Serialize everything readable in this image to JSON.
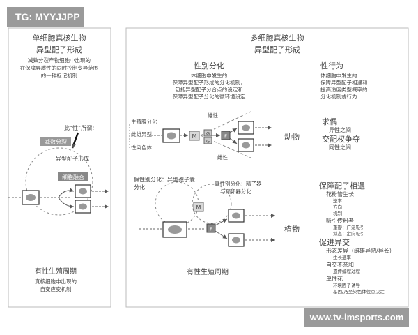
{
  "watermark_top": "TG: MYYJJPP",
  "watermark_bottom": "www.tv-imsports.com",
  "left_panel": {
    "title": "单细胞真核生物",
    "subtitle": "异型配子形成",
    "desc": [
      "减数分裂产物细胞中出现的",
      "在保障异质性的同时控制变异范围",
      "的一种标记机制"
    ],
    "callout": "此“性”所谓!",
    "meiosis_box": "减数分裂",
    "gamete_label": "异型配子形成",
    "fusion_box": "细胞融合",
    "cycle_title": "有性生殖周期",
    "cycle_desc": [
      "真核细胞中出现的",
      "自变应变机制"
    ]
  },
  "right_panel": {
    "title": "多细胞真核生物",
    "subtitle": "异型配子形成",
    "sex_diff": {
      "title": "性别分化",
      "desc": [
        "体细胞中发生的",
        "保障异型配子形成的分化机制，",
        "包括异型配子分合点的设定和",
        "保障异型配子分化的微环境设定"
      ]
    },
    "sex_behavior": {
      "title": "性行为",
      "desc": [
        "体细胞中发生的",
        "保障异型配子相遇和",
        "提高适度类型概率的",
        "分化机制或行为"
      ]
    },
    "labels": {
      "gonad_diff": "生殖腺分化",
      "hermaphrodite": "雌雄异型",
      "sex_chrom": "性染色体",
      "male": "雄性",
      "female": "雌性",
      "M": "M",
      "G": "G",
      "F": "F",
      "animal": "动物",
      "plant": "植物",
      "plant_sexdiff": [
        "假性别分化：异型孢子囊",
        "分化"
      ],
      "true_sexdiff": [
        "真性别分化：精子器",
        "与颈卵器分化"
      ],
      "cycle_title": "有性生殖周期"
    },
    "animal_list": [
      {
        "text": "求偶",
        "level": 0
      },
      {
        "text": "异性之间",
        "level": 1
      },
      {
        "text": "交配权争夺",
        "level": 0
      },
      {
        "text": "同性之间",
        "level": 1
      }
    ],
    "plant_list": [
      {
        "text": "保障配子相遇",
        "level": 0
      },
      {
        "text": "花粉管生长",
        "level": 1
      },
      {
        "text": "速率",
        "level": 2
      },
      {
        "text": "方向",
        "level": 2
      },
      {
        "text": "机制",
        "level": 2
      },
      {
        "text": "吸引传粉者",
        "level": 1
      },
      {
        "text": "重瓣：广泛吸引",
        "level": 2
      },
      {
        "text": "拟态：定向吸引",
        "level": 2
      },
      {
        "text": "促进异交",
        "level": 0
      },
      {
        "text": "形态差异（雌雄异熟/异长）",
        "level": 1
      },
      {
        "text": "生长速率",
        "level": 2
      },
      {
        "text": "自交不亲和",
        "level": 1
      },
      {
        "text": "遗传编程过程",
        "level": 2
      },
      {
        "text": "单性花",
        "level": 1
      },
      {
        "text": "环境因子诱导",
        "level": 2
      },
      {
        "text": "基因/乃至染色体位点决定",
        "level": 2
      },
      {
        "text": "……",
        "level": 2
      }
    ]
  }
}
